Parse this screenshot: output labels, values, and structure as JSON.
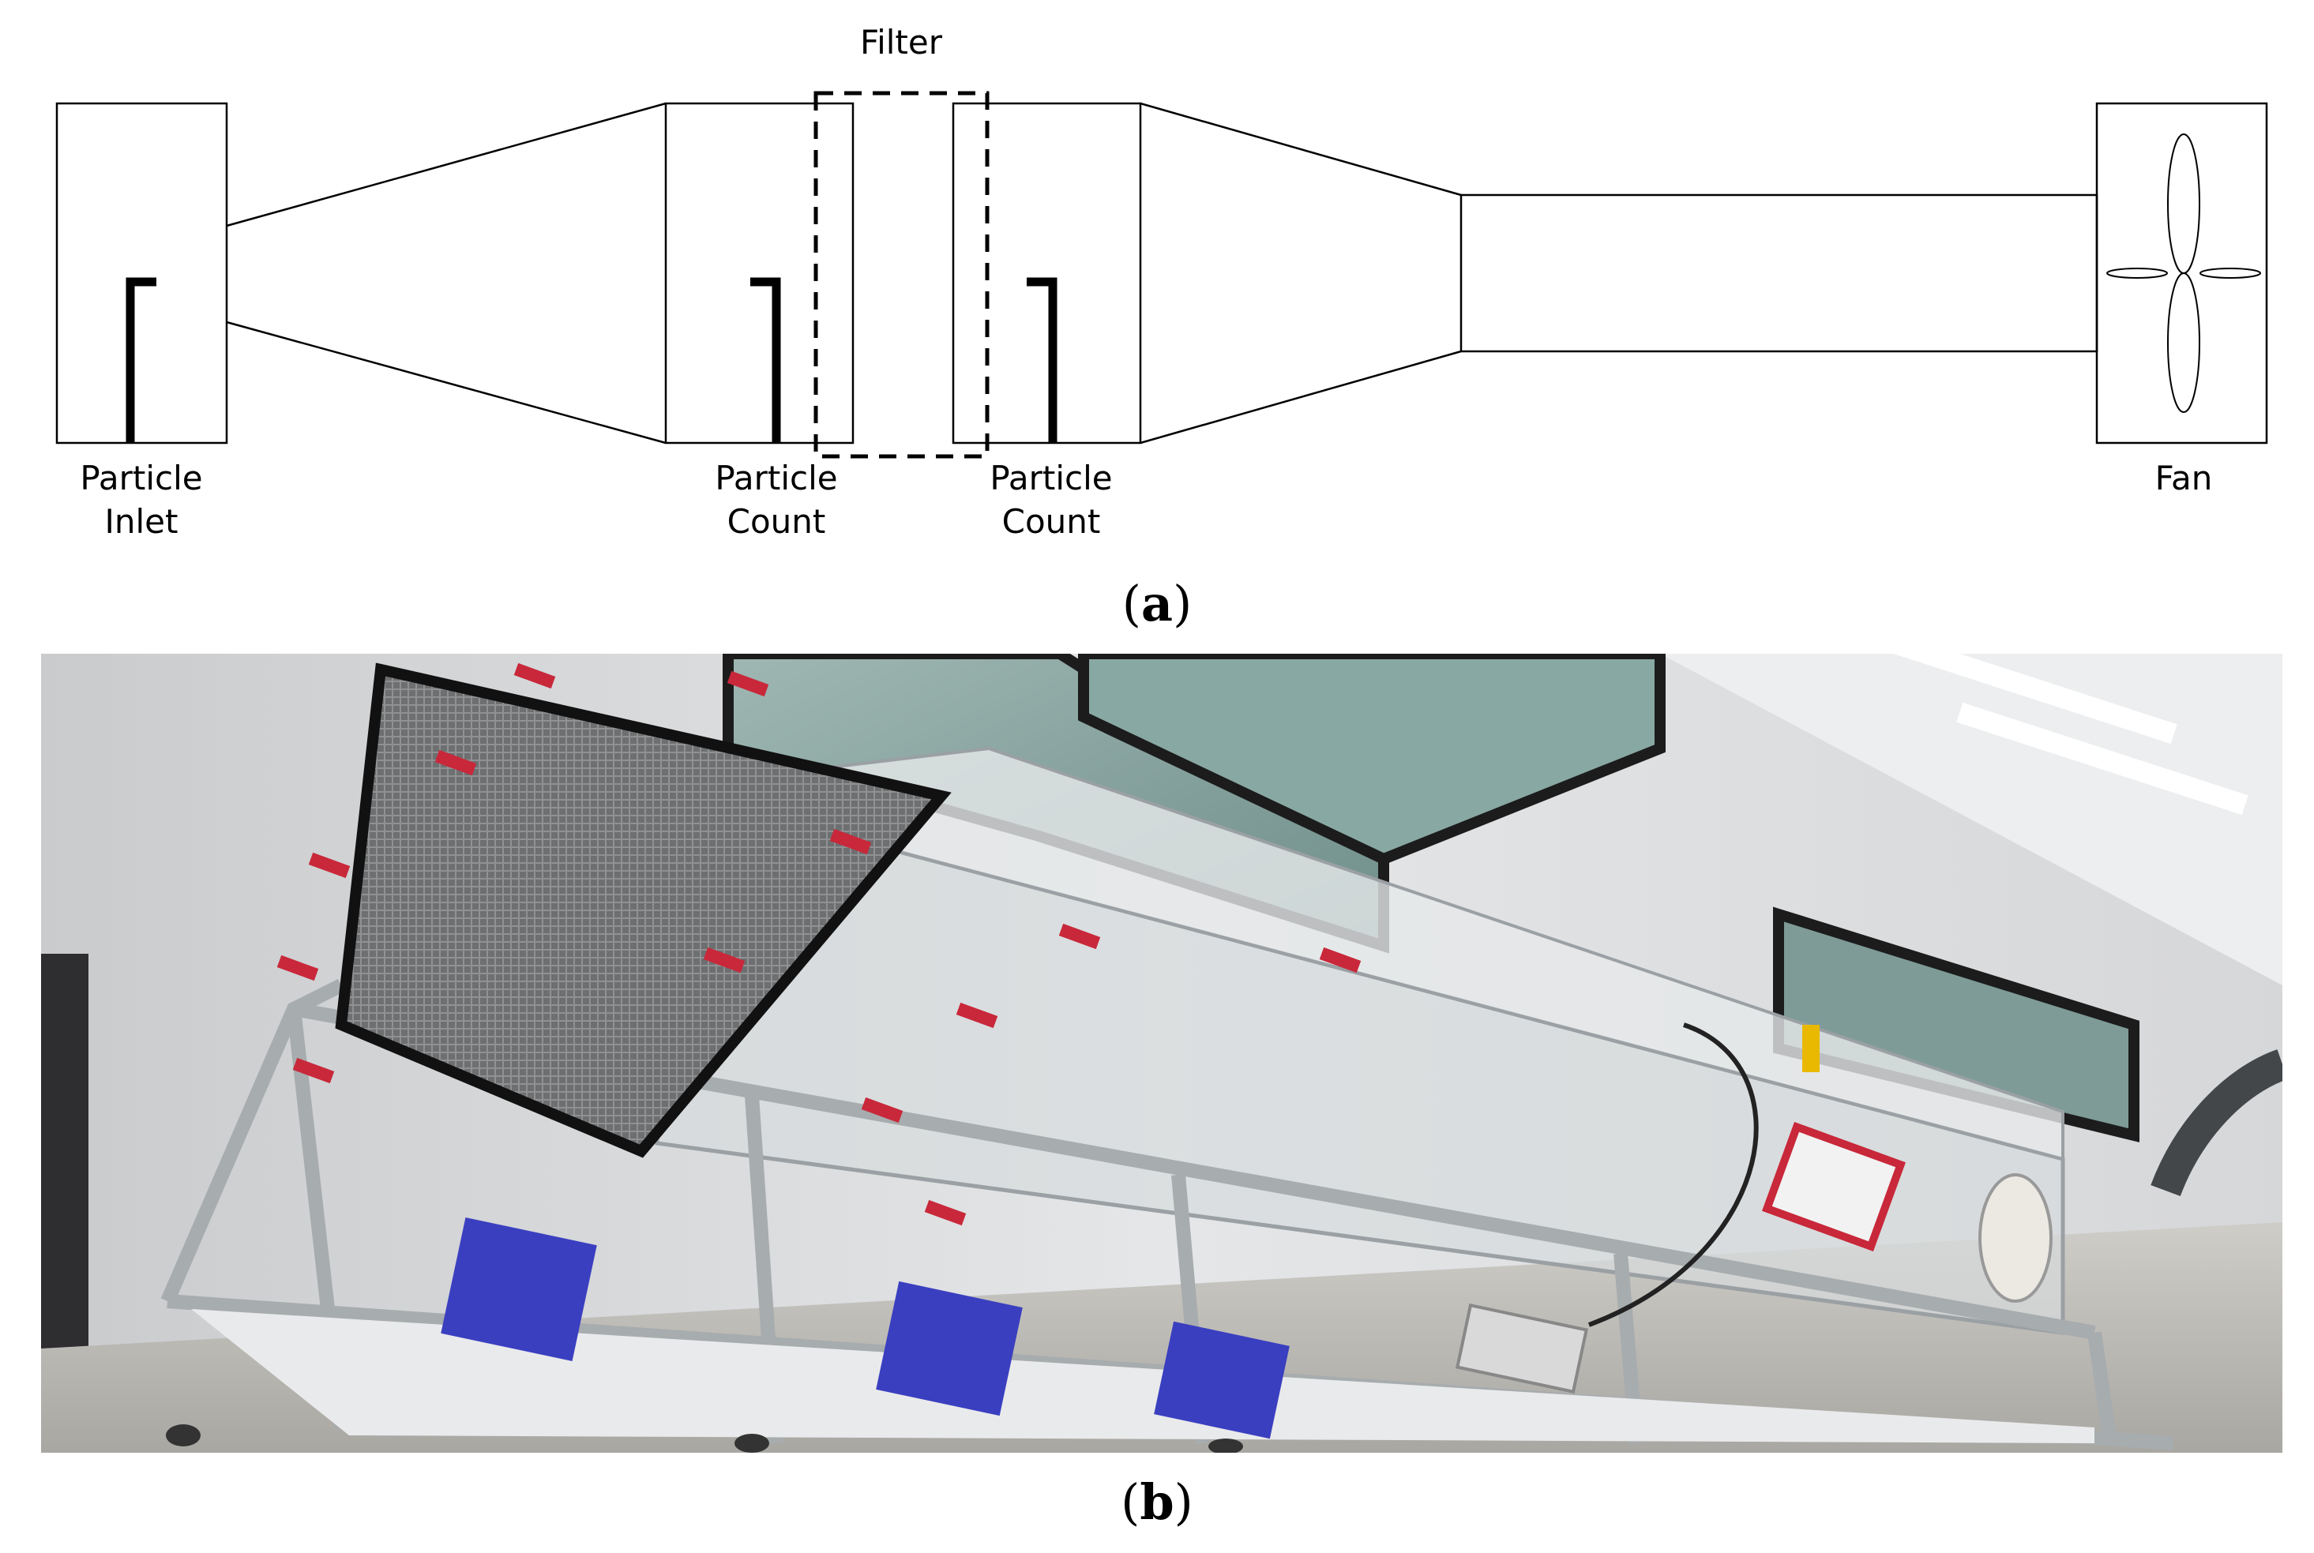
{
  "figure": {
    "panel_a": {
      "label_open": "(",
      "label_letter": "a",
      "label_close": ")",
      "filter_label": "Filter",
      "inlet_label_line1": "Particle",
      "inlet_label_line2": "Inlet",
      "count1_label_line1": "Particle",
      "count1_label_line2": "Count",
      "count2_label_line1": "Particle",
      "count2_label_line2": "Count",
      "fan_label": "Fan"
    },
    "panel_b": {
      "label_open": "(",
      "label_letter": "b",
      "label_close": ")",
      "photo_subject": "filter-test-rig-photo"
    }
  },
  "colors": {
    "line": "#000000",
    "background": "#ffffff",
    "logo_blue": "#3a3fc0",
    "clamp_red": "#c8283a",
    "floor": "#b9b7b2",
    "wall": "#dcdcdc"
  }
}
